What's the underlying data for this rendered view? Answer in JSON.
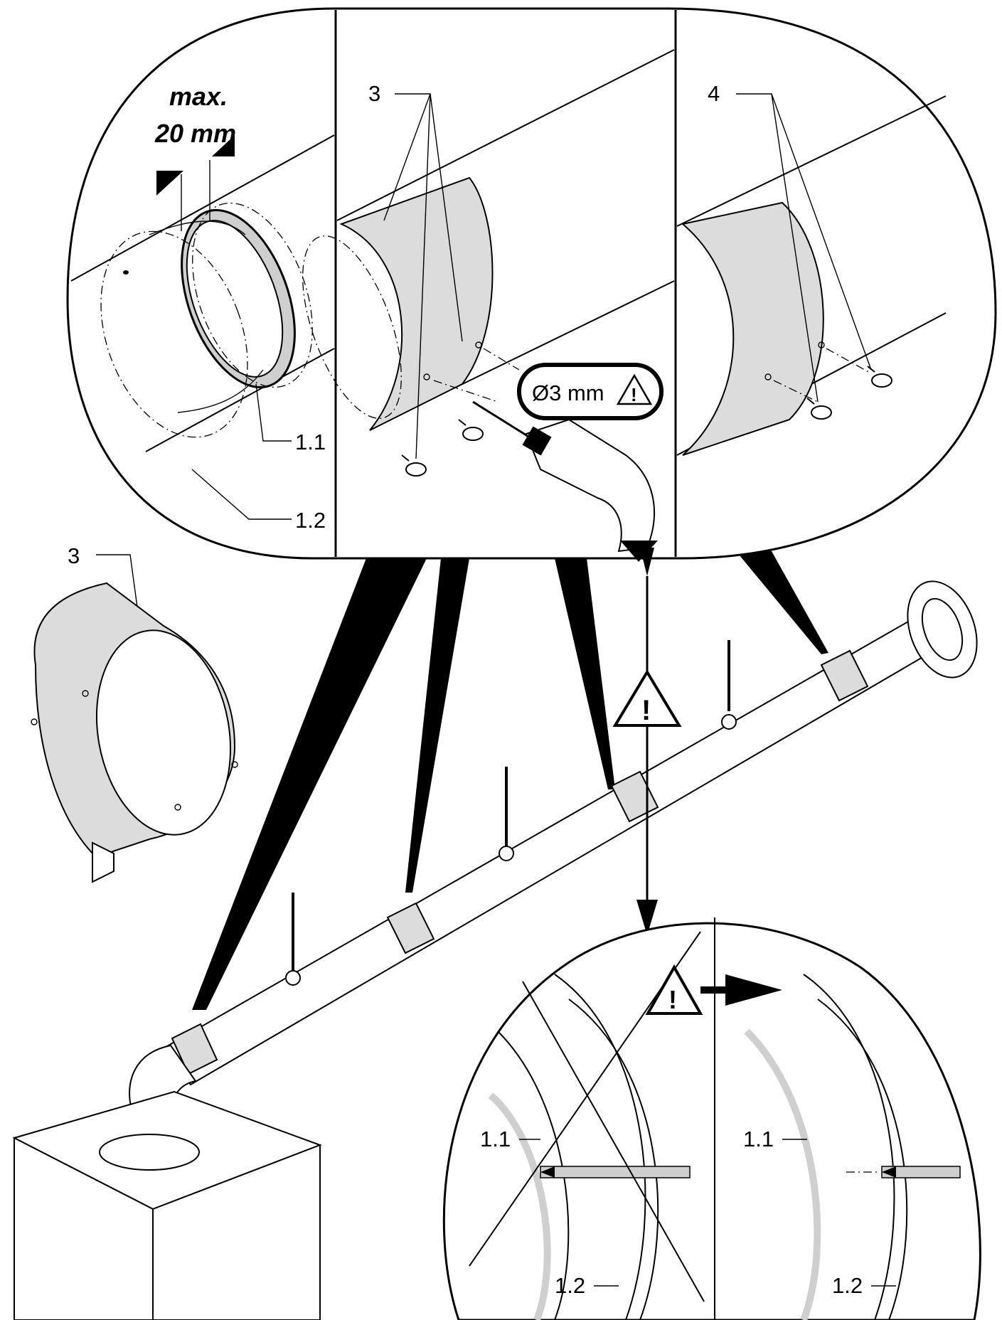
{
  "title": "",
  "colors": {
    "ink": "#000000",
    "sleeve_fill": "#dcdcdc",
    "background": "#ffffff"
  },
  "top_panel": {
    "measure_text_line1": "max.",
    "measure_text_line2": "20 mm",
    "label_1_1": "1.1",
    "label_1_2": "1.2",
    "label_screws_mid": "3",
    "label_screws_right": "4",
    "drill_badge_text": "Ø3 mm",
    "drill_badge_icon": "warning-triangle-icon"
  },
  "sleeve_part": {
    "label": "3"
  },
  "bottom_detail": {
    "label_left_1_1": "1.1",
    "label_left_1_2": "1.2",
    "label_right_1_1": "1.1",
    "label_right_1_2": "1.2",
    "warning_icon": "warning-triangle-icon",
    "arrow_icon": "arrow-right-icon"
  },
  "main_warning_icon": "warning-triangle-icon"
}
